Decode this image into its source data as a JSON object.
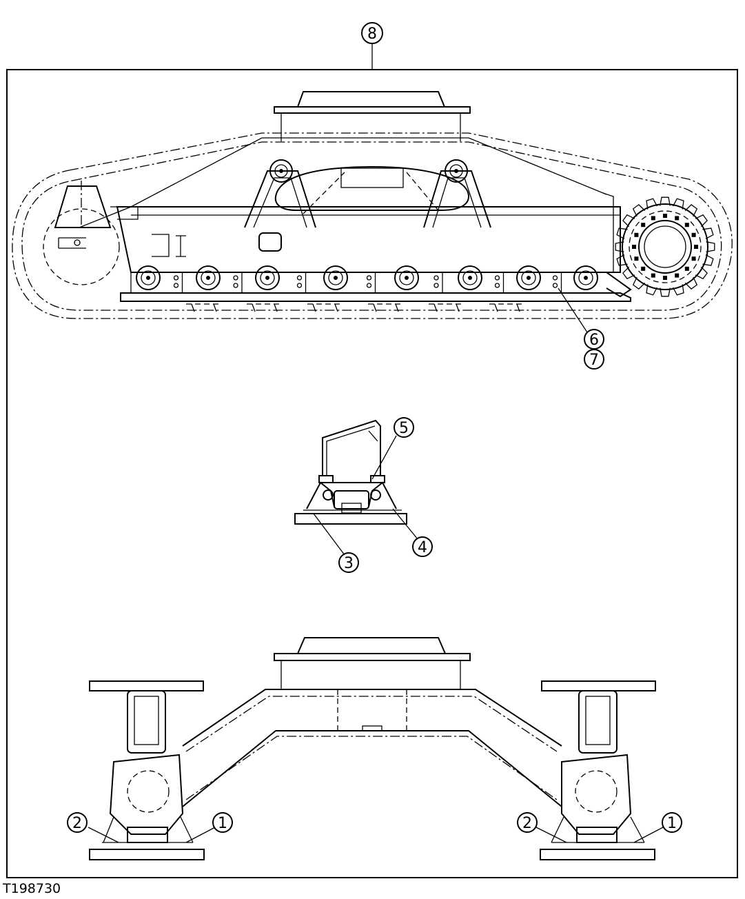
{
  "figure_id": "T198730",
  "callouts": {
    "c1a": "1",
    "c1b": "1",
    "c2a": "2",
    "c2b": "2",
    "c3": "3",
    "c4": "4",
    "c5": "5",
    "c6": "6",
    "c7": "7",
    "c8": "8"
  }
}
